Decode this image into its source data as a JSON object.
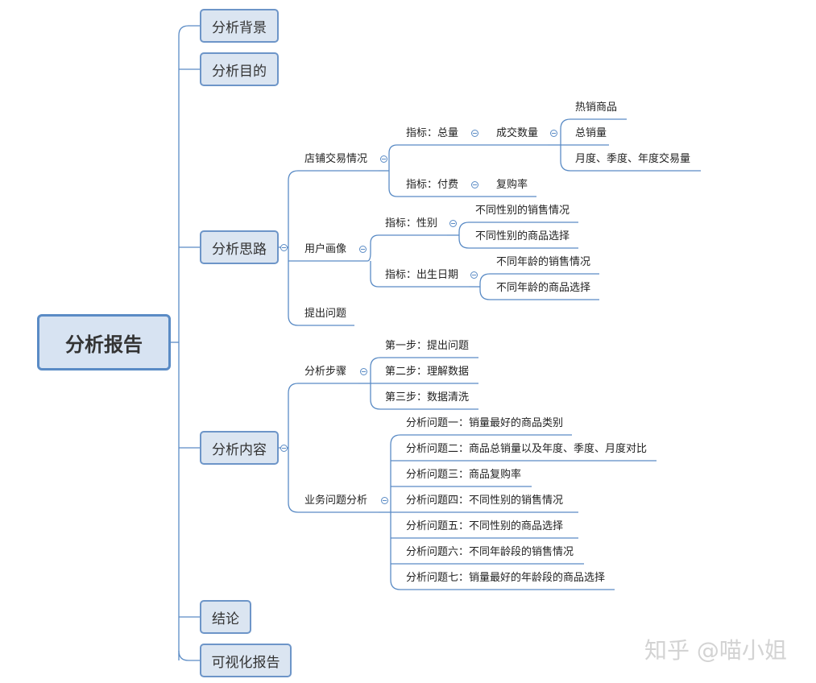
{
  "root": "分析报告",
  "topics": {
    "background": "分析背景",
    "purpose": "分析目的",
    "approach": "分析思路",
    "content": "分析内容",
    "conclusion": "结论",
    "visual_report": "可视化报告"
  },
  "approach": {
    "store": {
      "label": "店铺交易情况",
      "total": {
        "label": "指标：总量",
        "deal_count": {
          "label": "成交数量",
          "items": [
            "热销商品",
            "总销量",
            "月度、季度、年度交易量"
          ]
        }
      },
      "payment": {
        "label": "指标：付费",
        "item": "复购率"
      }
    },
    "user": {
      "label": "用户画像",
      "gender": {
        "label": "指标：性别",
        "items": [
          "不同性别的销售情况",
          "不同性别的商品选择"
        ]
      },
      "birth": {
        "label": "指标：出生日期",
        "items": [
          "不同年龄的销售情况",
          "不同年龄的商品选择"
        ]
      }
    },
    "question": "提出问题"
  },
  "content": {
    "steps": {
      "label": "分析步骤",
      "items": [
        "第一步：提出问题",
        "第二步：理解数据",
        "第三步：数据清洗"
      ]
    },
    "business": {
      "label": "业务问题分析",
      "items": [
        "分析问题一：销量最好的商品类别",
        "分析问题二：商品总销量以及年度、季度、月度对比",
        "分析问题三：商品复购率",
        "分析问题四：不同性别的销售情况",
        "分析问题五：不同性别的商品选择",
        "分析问题六：不同年龄段的销售情况",
        "分析问题七：销量最好的年龄段的商品选择"
      ]
    }
  },
  "watermark": "知乎 @喵小姐"
}
